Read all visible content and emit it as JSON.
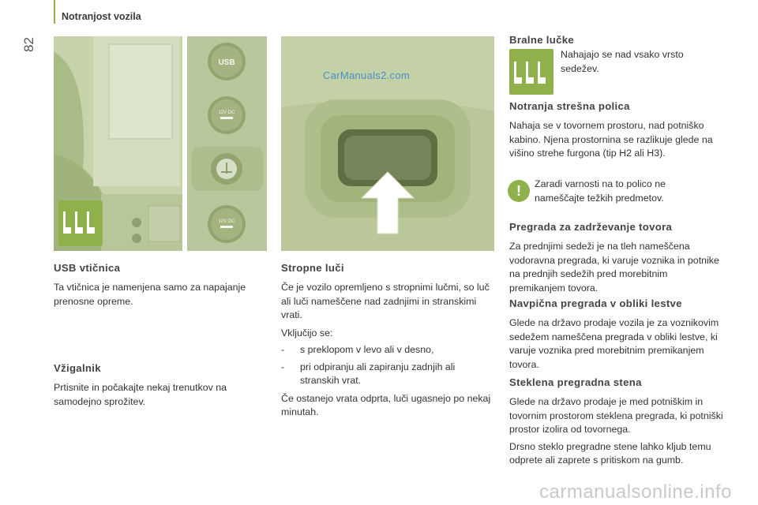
{
  "header": {
    "section": "Notranjost vozila",
    "page_number": "82"
  },
  "images": {
    "left_panel_labels": {
      "usb": "USB",
      "dc1": "12V DC",
      "dc2": "12V DC"
    },
    "watermark": "CarManuals2.com"
  },
  "usb": {
    "title": "USB vtičnica",
    "text": "Ta vtičnica je namenjena samo za napajanje prenosne opreme."
  },
  "lighter": {
    "title": "Vžigalnik",
    "text": "Prtisnite in počakajte nekaj trenutkov na samodejno sprožitev."
  },
  "ceiling": {
    "title": "Stropne luči",
    "text1": "Če je vozilo opremljeno s stropnimi lučmi, so luč ali luči nameščene nad zadnjimi in stranskimi vrati.",
    "text2": "Vključijo se:",
    "items": [
      "s preklopom v levo ali v desno,",
      "pri odpiranju ali zapiranju zadnjih ali stranskih vrat."
    ],
    "dash": "-",
    "text3": "Če ostanejo vrata odprta, luči ugasnejo po nekaj minutah."
  },
  "reading": {
    "title": "Bralne lučke",
    "text": "Nahajajo se nad vsako vrsto sedežev."
  },
  "shelf": {
    "title": "Notranja strešna polica",
    "text": "Nahaja se v tovornem prostoru, nad potniško kabino. Njena prostornina se razlikuje glede na višino strehe furgona (tip H2 ali H3).",
    "warning": "Zaradi varnosti na to polico ne nameščajte težkih predmetov.",
    "warning_symbol": "!"
  },
  "partition": {
    "title": "Pregrada za zadrževanje tovora",
    "text": "Za prednjimi sedeži je na tleh nameščena vodoravna pregrada, ki varuje voznika in potnike na prednjih sedežih pred morebitnim premikanjem tovora."
  },
  "ladder": {
    "title": "Navpična pregrada v obliki lestve",
    "text": "Glede na državo prodaje vozila je za voznikovim sedežem nameščena pregrada v obliki lestve, ki varuje voznika pred morebitnim premikanjem tovora."
  },
  "glass": {
    "title": "Steklena pregradna stena",
    "text1": "Glede na državo prodaje je med potniškim in tovornim prostorom steklena pregrada, ki potniški prostor izolira od tovornega.",
    "text2": "Drsno steklo pregradne stene lahko kljub temu odprete ali zaprete s pritiskom na gumb."
  },
  "footer": {
    "watermark": "carmanualsonline.info"
  },
  "colors": {
    "accent": "#8fb04a",
    "image_bg": "#c9d6b0"
  },
  "icons": [
    "seat-rows-icon",
    "warning-icon",
    "arrow-up-icon",
    "usb-socket-icon",
    "12v-socket-icon",
    "cigarette-lighter-icon"
  ]
}
